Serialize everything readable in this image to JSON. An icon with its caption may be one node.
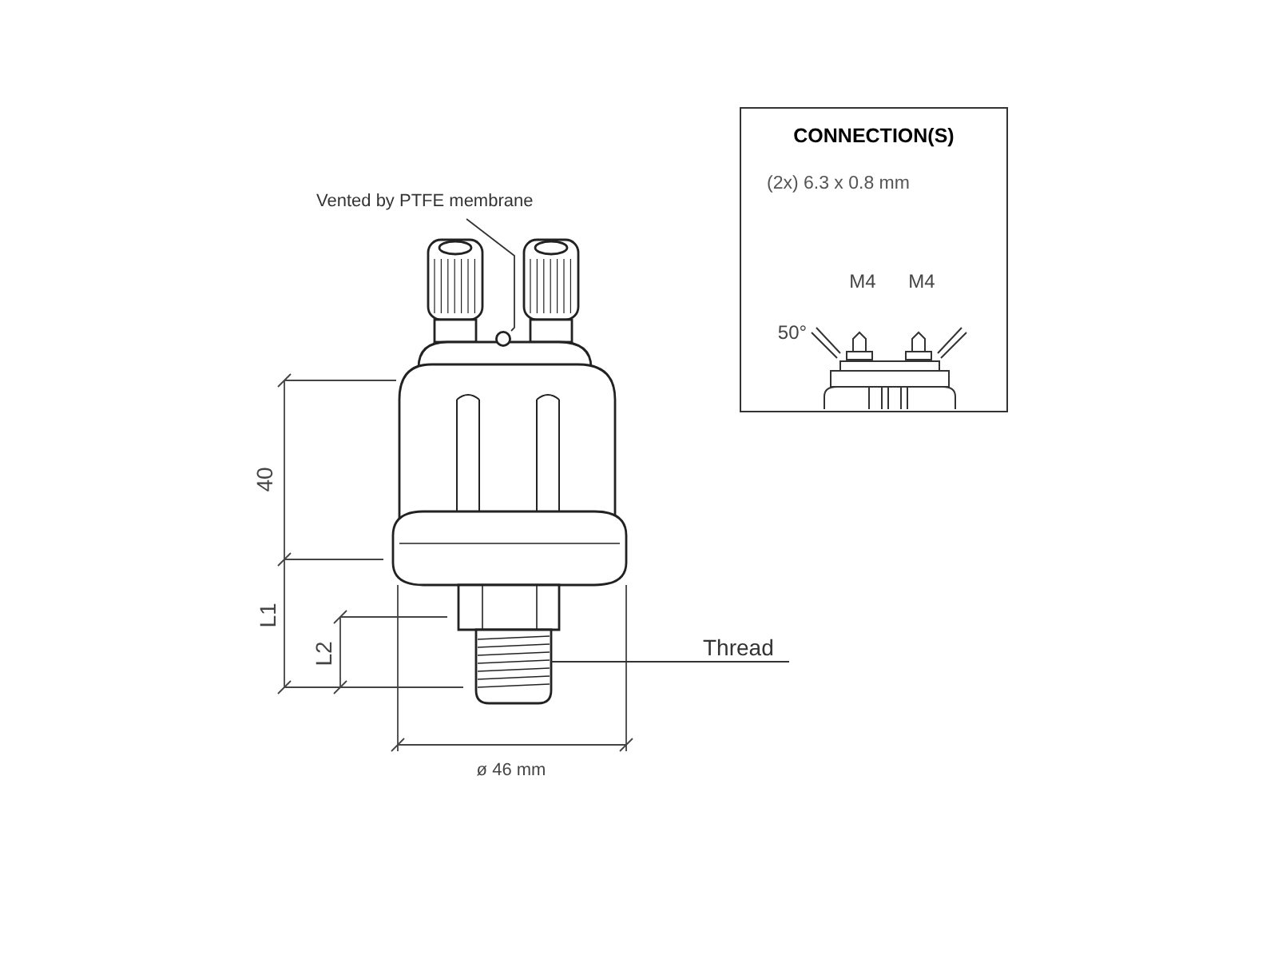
{
  "diagram": {
    "nodes": [
      {
        "text": [
          "Vented by PTFE membrane"
        ]
      },
      {
        "text": [
          "Thread"
        ]
      },
      {
        "text": [
          "CONNECTION(S)",
          "(2x) 6.3 x 0.8 mm"
        ]
      },
      {
        "text": [],
        "shape": "circle"
      },
      {
        "text": [],
        "shape": "box"
      }
    ],
    "edges": [
      {
        "from": 0,
        "to": 3,
        "arrow": "none"
      },
      {
        "from": 1,
        "to": 4,
        "arrow": "none"
      }
    ],
    "labels": [
      "40",
      "L1",
      "L2",
      "ø 46 mm",
      "M4",
      "M4",
      "50°"
    ]
  }
}
